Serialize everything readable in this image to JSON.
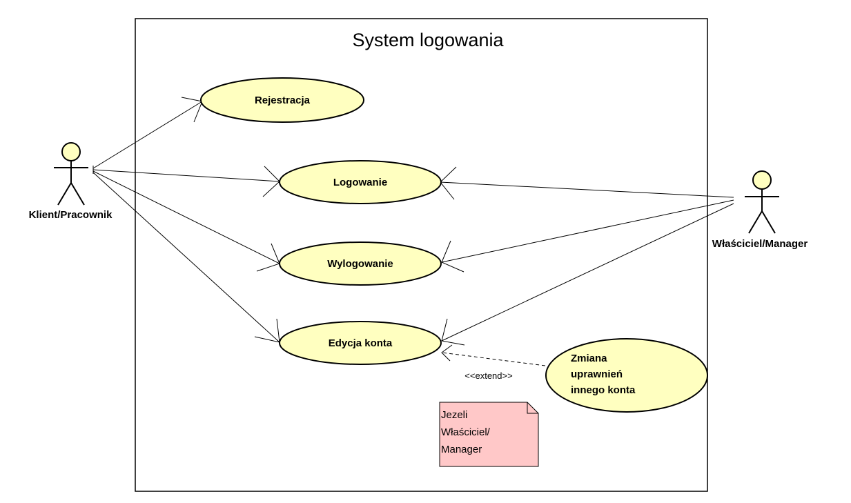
{
  "system": {
    "title": "System logowania"
  },
  "actors": {
    "client": {
      "label": "Klient/Pracownik"
    },
    "owner": {
      "label": "Właściciel/Manager"
    }
  },
  "use_cases": {
    "registration": {
      "label": "Rejestracja"
    },
    "login": {
      "label": "Logowanie"
    },
    "logout": {
      "label": "Wylogowanie"
    },
    "edit_account": {
      "label": "Edycja konta"
    },
    "change_permissions": {
      "lines": [
        "Zmiana",
        "uprawnień",
        "innego konta"
      ]
    }
  },
  "relations": {
    "extend_label": "<<extend>>"
  },
  "note": {
    "lines": [
      "Jezeli",
      "Właściciel/",
      "Manager"
    ]
  },
  "colors": {
    "use_case_fill": "#ffffc0",
    "actor_fill": "#ffffc0",
    "note_fill": "#ffc8c8",
    "line": "#000000"
  }
}
